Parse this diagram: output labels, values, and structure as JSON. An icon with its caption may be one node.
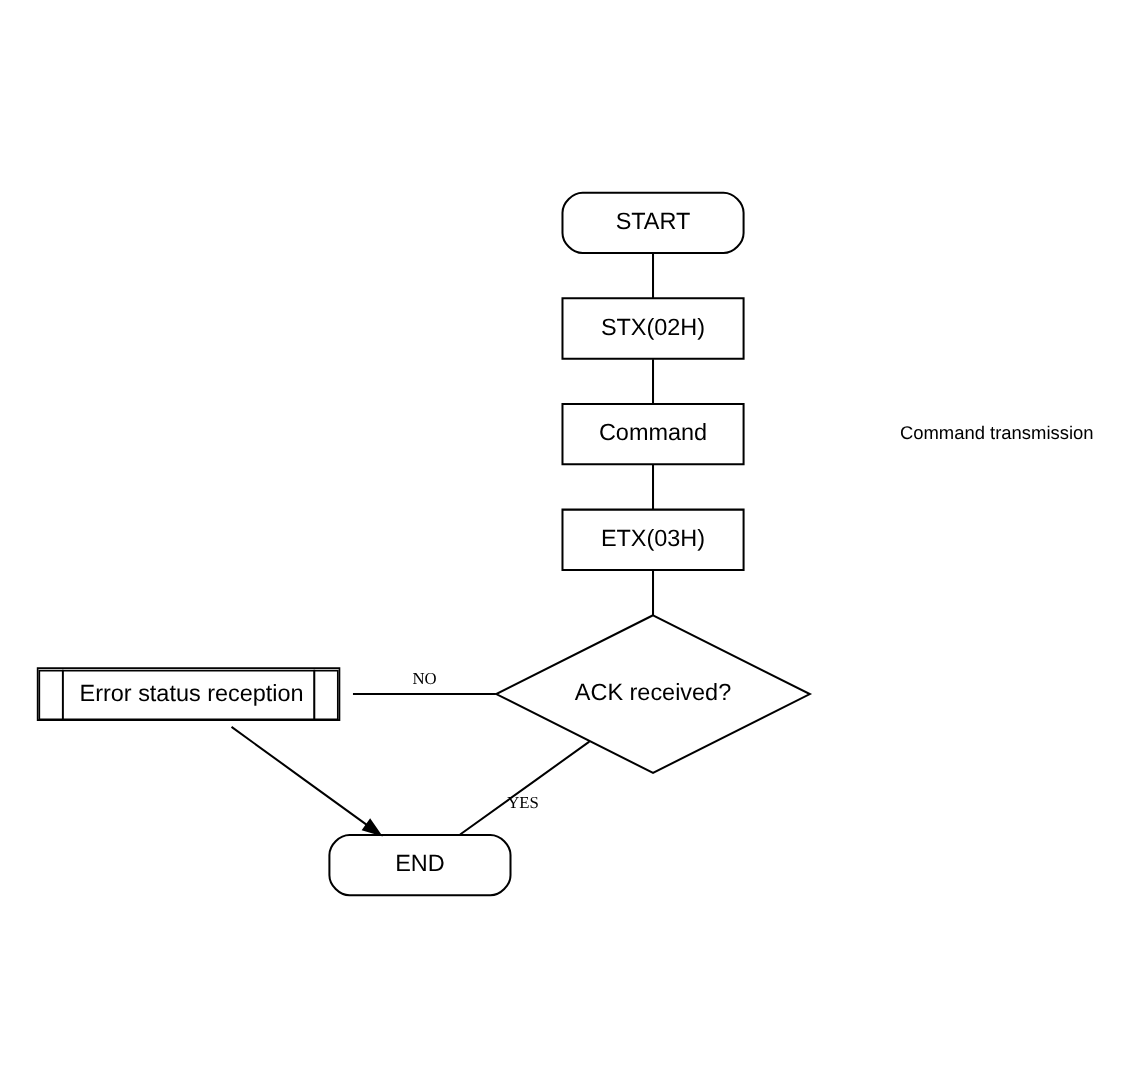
{
  "diagram": {
    "nodes": [
      {
        "text": [
          "START"
        ]
      },
      {
        "text": [
          "STX(02H)"
        ]
      },
      {
        "text": [
          "Command"
        ]
      },
      {
        "text": [
          "ETX(03H)"
        ]
      },
      {
        "text": [
          "ACK received?"
        ]
      },
      {
        "text": [
          "Error status reception"
        ]
      },
      {
        "text": [
          "END"
        ]
      }
    ],
    "edges": [
      {
        "from": 0,
        "to": 1,
        "arrow": "none"
      },
      {
        "from": 1,
        "to": 2,
        "arrow": "none"
      },
      {
        "from": 2,
        "to": 3,
        "arrow": "none"
      },
      {
        "from": 3,
        "to": 4,
        "arrow": "none"
      },
      {
        "from": 4,
        "to": 5,
        "label": "NO",
        "arrow": "none"
      },
      {
        "from": 4,
        "to": 6,
        "label": "YES",
        "arrow": "none"
      },
      {
        "from": 5,
        "to": 6,
        "arrow": "to"
      }
    ],
    "labels": [
      "Command transmission"
    ]
  }
}
